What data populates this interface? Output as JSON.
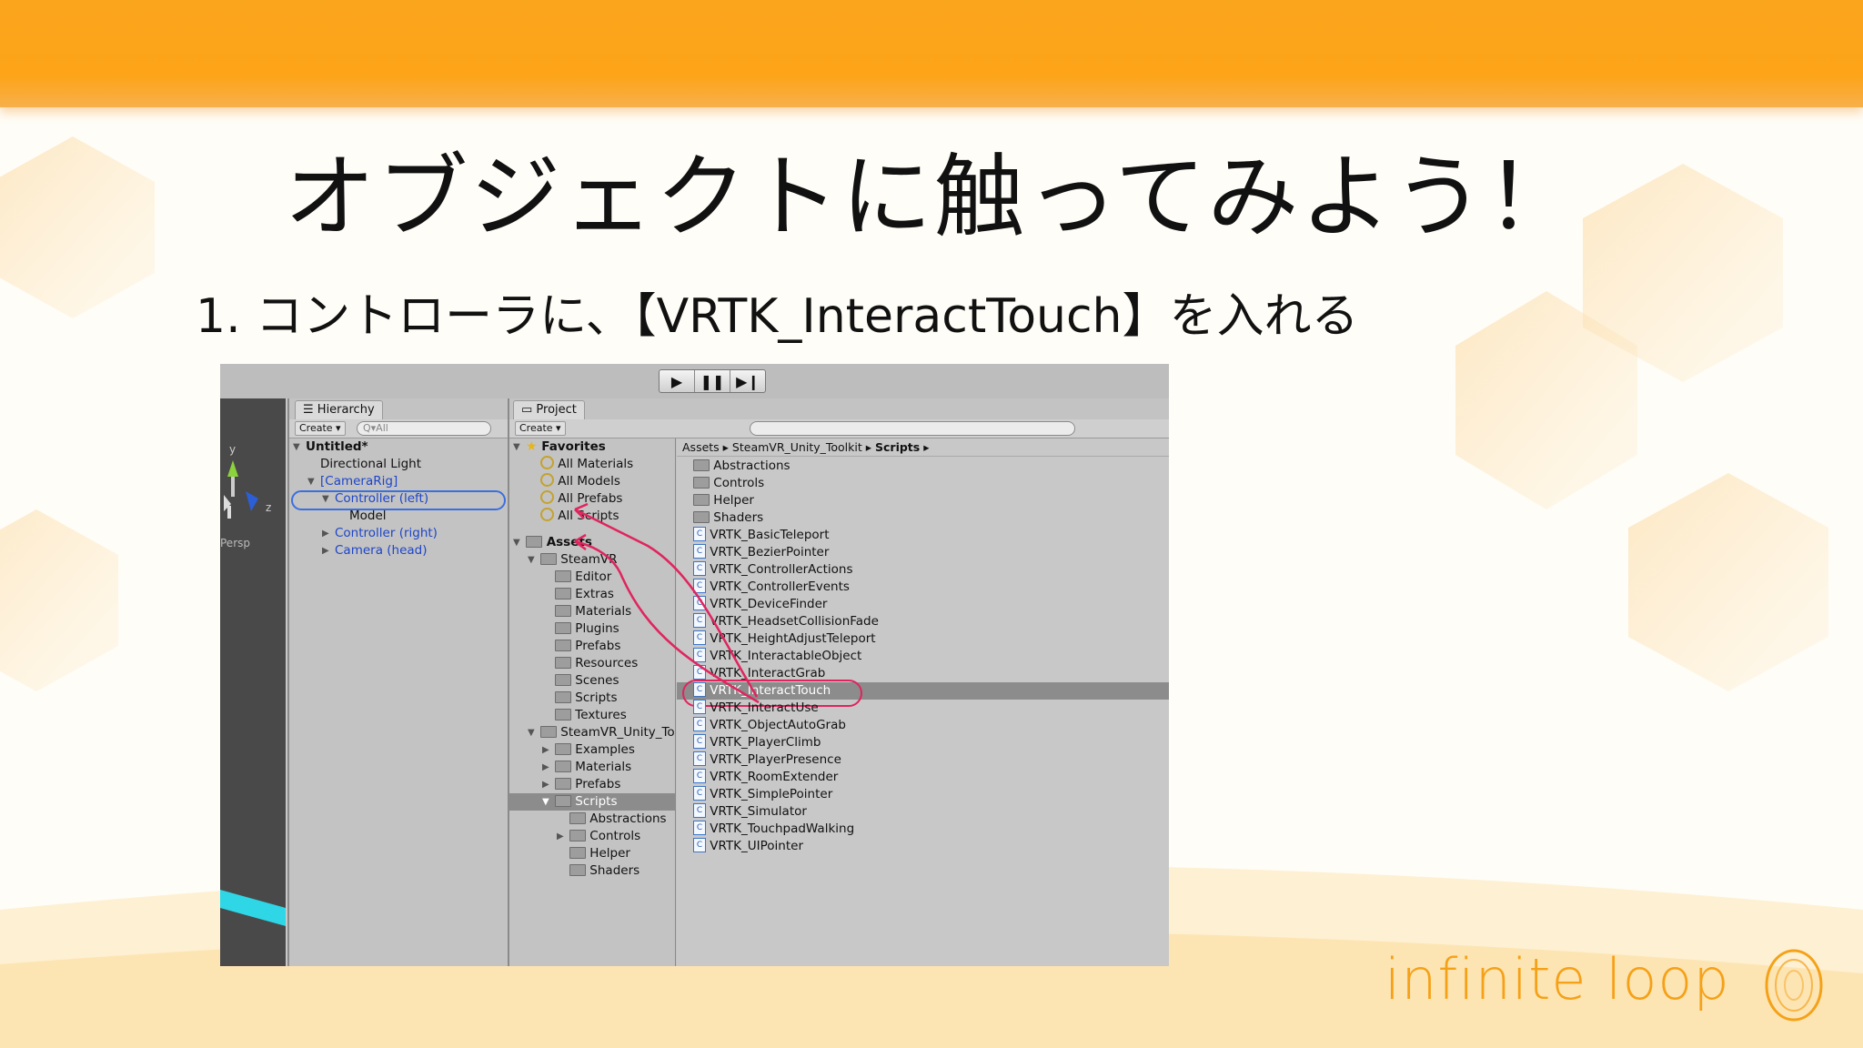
{
  "slide": {
    "title": "オブジェクトに触ってみよう！",
    "step": "1. コントローラに、【VRTK_InteractTouch】を入れる",
    "logo_text": "infinite loop",
    "accent_color": "#fba51d",
    "highlight_color": "#e0245e"
  },
  "editor": {
    "toolbar_icons": [
      "play-icon",
      "pause-icon",
      "step-icon"
    ],
    "scene": {
      "axis_y": "y",
      "axis_z": "z",
      "view_label": "Persp"
    },
    "hierarchy": {
      "tab": "Hierarchy",
      "create": "Create ▾",
      "search_placeholder": "Q▾All",
      "scene_name": "Untitled*",
      "items": [
        "Directional Light",
        "[CameraRig]",
        "Controller (left)",
        "Model",
        "Controller (right)",
        "Camera (head)"
      ]
    },
    "project": {
      "tab": "Project",
      "create": "Create ▾",
      "favorites_label": "Favorites",
      "favorites": [
        "All Materials",
        "All Models",
        "All Prefabs",
        "All Scripts"
      ],
      "assets_label": "Assets",
      "tree": [
        "SteamVR",
        "Editor",
        "Extras",
        "Materials",
        "Plugins",
        "Prefabs",
        "Resources",
        "Scenes",
        "Scripts",
        "Textures",
        "SteamVR_Unity_To",
        "Examples",
        "Materials",
        "Prefabs",
        "Scripts",
        "Abstractions",
        "Controls",
        "Helper",
        "Shaders"
      ],
      "breadcrumb": [
        "Assets",
        "SteamVR_Unity_Toolkit",
        "Scripts"
      ],
      "folders": [
        "Abstractions",
        "Controls",
        "Helper",
        "Shaders"
      ],
      "scripts": [
        "VRTK_BasicTeleport",
        "VRTK_BezierPointer",
        "VRTK_ControllerActions",
        "VRTK_ControllerEvents",
        "VRTK_DeviceFinder",
        "VRTK_HeadsetCollisionFade",
        "VRTK_HeightAdjustTeleport",
        "VRTK_InteractableObject",
        "VRTK_InteractGrab",
        "VRTK_InteractTouch",
        "VRTK_InteractUse",
        "VRTK_ObjectAutoGrab",
        "VRTK_PlayerClimb",
        "VRTK_PlayerPresence",
        "VRTK_RoomExtender",
        "VRTK_SimplePointer",
        "VRTK_Simulator",
        "VRTK_TouchpadWalking",
        "VRTK_UIPointer"
      ],
      "selected_script": "VRTK_InteractTouch"
    }
  }
}
